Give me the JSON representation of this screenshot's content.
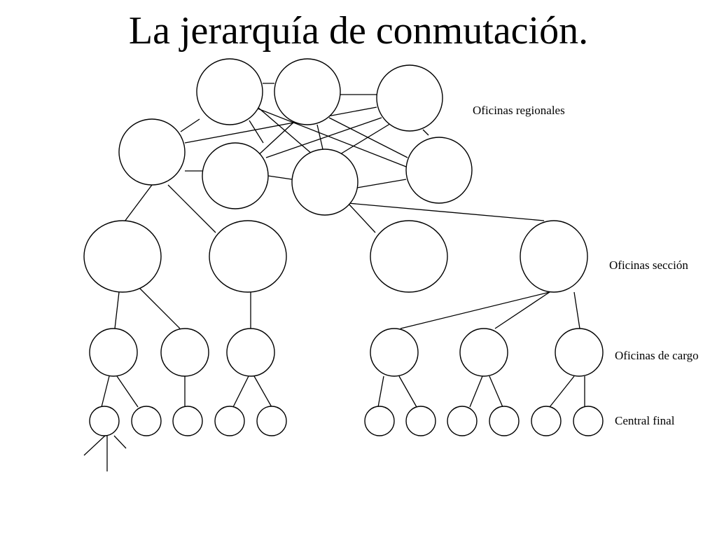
{
  "slide": {
    "title": "La jerarquía de conmutación."
  },
  "levels": [
    {
      "id": "regional",
      "label": "Oficinas regionales"
    },
    {
      "id": "seccion",
      "label": "Oficinas sección"
    },
    {
      "id": "cargo",
      "label": "Oficinas de cargo"
    },
    {
      "id": "final",
      "label": "Central final"
    }
  ],
  "colors": {
    "background": "#ffffff",
    "line": "#000000",
    "text": "#000000"
  }
}
